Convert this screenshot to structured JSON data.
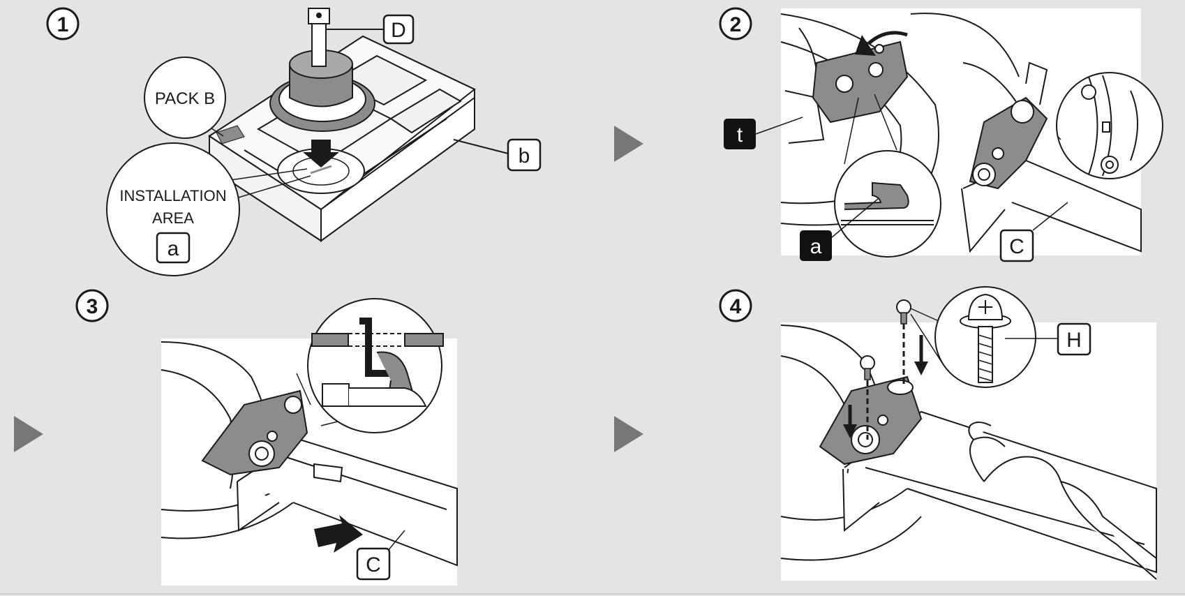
{
  "steps": [
    {
      "number": "1",
      "callouts": {
        "pack": "PACK B",
        "area_line1": "INSTALLATION",
        "area_line2": "AREA",
        "area_code": "a",
        "part_d": "D",
        "part_b": "b"
      }
    },
    {
      "number": "2",
      "callouts": {
        "tab_t": "t",
        "tab_a": "a",
        "part_c": "C"
      }
    },
    {
      "number": "3",
      "callouts": {
        "part_c": "C"
      }
    },
    {
      "number": "4",
      "callouts": {
        "screw_h": "H"
      }
    }
  ],
  "colors": {
    "background": "#e4e4e4",
    "panel": "#ffffff",
    "line": "#1a1a1a",
    "part_gray": "#8c8c8c",
    "arrow_gray": "#777777",
    "badge_black": "#111111"
  },
  "icons": [
    "arrow-right-icon",
    "arrow-down-icon",
    "magnifier-callout-icon",
    "screw-icon",
    "hand-icon"
  ]
}
